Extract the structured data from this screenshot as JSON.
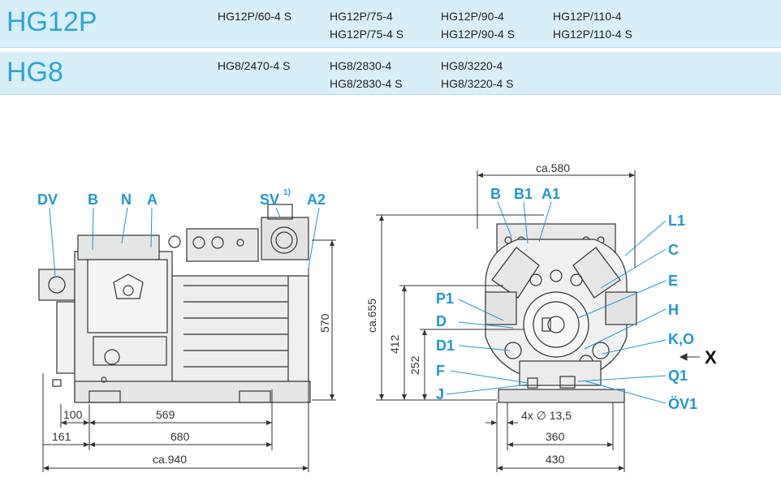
{
  "header": {
    "row1": {
      "series": "HG12P",
      "models": [
        [
          "HG12P/60-4 S"
        ],
        [
          "HG12P/75-4",
          "HG12P/75-4 S"
        ],
        [
          "HG12P/90-4",
          "HG12P/90-4 S"
        ],
        [
          "HG12P/110-4",
          "HG12P/110-4 S"
        ]
      ]
    },
    "row2": {
      "series": "HG8",
      "models": [
        [
          "HG8/2470-4 S"
        ],
        [
          "HG8/2830-4",
          "HG8/2830-4 S"
        ],
        [
          "HG8/3220-4",
          "HG8/3220-4 S"
        ]
      ]
    }
  },
  "side_view": {
    "labels": {
      "dv": "DV",
      "b": "B",
      "n": "N",
      "a": "A",
      "sv": "SV",
      "sv_note": "1)",
      "a2": "A2"
    },
    "dims": {
      "d100": "100",
      "d161": "161",
      "d569": "569",
      "d680": "680",
      "d940": "ca.940",
      "d570": "570"
    }
  },
  "front_view": {
    "labels": {
      "b": "B",
      "b1": "B1",
      "a1": "A1",
      "l1": "L1",
      "c": "C",
      "e": "E",
      "h": "H",
      "ko": "K,O",
      "q1": "Q1",
      "ov1": "ÖV1",
      "p1": "P1",
      "d": "D",
      "d1": "D1",
      "f": "F",
      "j": "J",
      "x": "X"
    },
    "dims": {
      "d580": "ca.580",
      "d655": "ca.655",
      "d412": "412",
      "d252": "252",
      "holes": "4x ∅ 13,5",
      "d360": "360",
      "d430": "430"
    }
  }
}
